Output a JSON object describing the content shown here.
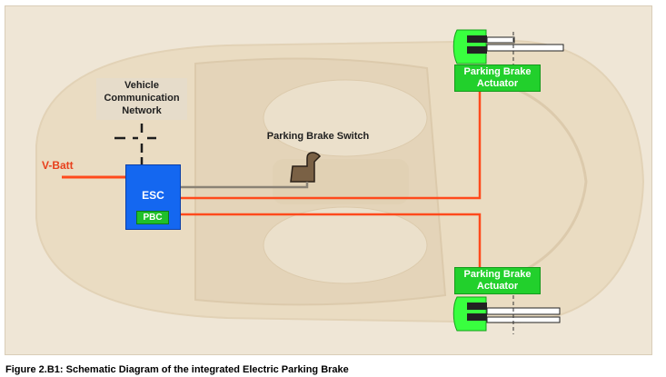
{
  "labels": {
    "vehicle_network": "Vehicle Communication Network",
    "vehicle_network_lines": [
      "Vehicle",
      "Communication",
      "Network"
    ],
    "parking_brake_switch": "Parking Brake Switch",
    "vbatt": "V-Batt",
    "esc": "ESC",
    "pbc": "PBC",
    "actuator_top": [
      "Parking Brake",
      "Actuator"
    ],
    "actuator_bottom": [
      "Parking Brake",
      "Actuator"
    ]
  },
  "caption": "Figure 2.B1: Schematic Diagram of the integrated Electric Parking Brake",
  "colors": {
    "esc_blue": "#1467f0",
    "pbc_green": "#1fc02a",
    "actuator_green": "#22d02c",
    "wire_red": "#ff4a1c",
    "switch_wire_gray": "#8a8275",
    "background_beige": "#efe6d6"
  }
}
